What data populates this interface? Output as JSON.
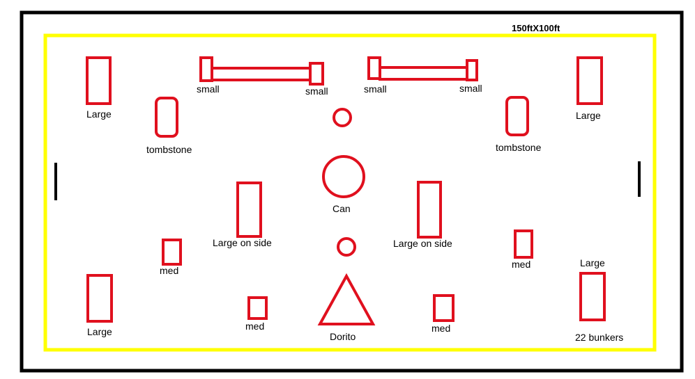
{
  "field": {
    "dimensions_label": "150ftX100ft",
    "bunker_count_label": "22 bunkers",
    "colors": {
      "border": "#000000",
      "boundary": "#ffff00",
      "bunker": "#e0101e",
      "tape": "#000000"
    }
  },
  "labels": {
    "large": "Large",
    "small": "small",
    "tombstone": "tombstone",
    "can": "Can",
    "large_on_side": "Large on side",
    "med": "med",
    "dorito": "Dorito"
  }
}
